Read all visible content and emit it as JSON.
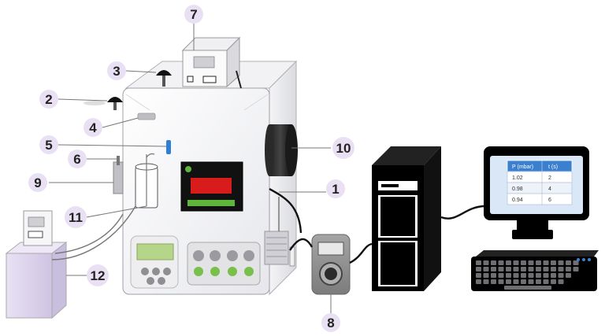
{
  "callouts": [
    "1",
    "2",
    "3",
    "4",
    "5",
    "6",
    "7",
    "8",
    "9",
    "10",
    "11",
    "12"
  ],
  "screen_table": {
    "headers": [
      "P (mbar)",
      "t (s)"
    ],
    "rows": [
      [
        "1.02",
        "2"
      ],
      [
        "0.98",
        "4"
      ],
      [
        "0.94",
        "6"
      ]
    ]
  },
  "colors": {
    "callout_circle": "#e9e0f3",
    "display_red": "#d81c1c",
    "display_green": "#5fb43a",
    "screen_header": "#3b7fcf",
    "blue_port": "#2f7fd6",
    "reservoir": "#dcd3ec"
  },
  "icons": [
    "pressure-sensor-icon",
    "mushroom-valve-icon",
    "knob-icon",
    "button-icon"
  ]
}
